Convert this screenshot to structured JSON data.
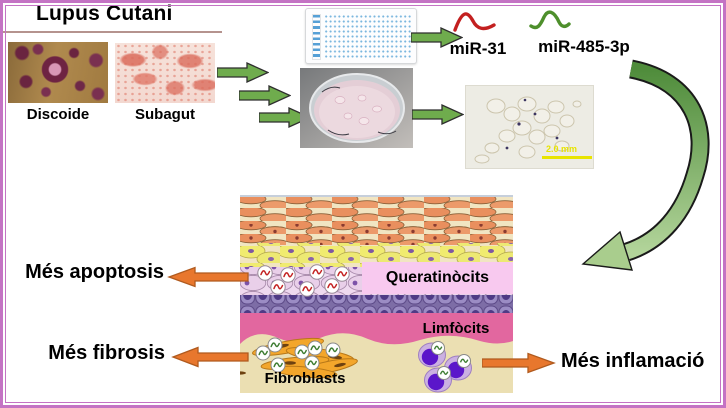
{
  "title": "Lupus Cutani",
  "samples": {
    "discoide": "Discoide",
    "subagut": "Subagut"
  },
  "mirnas": {
    "mir31": "miR-31",
    "mir485": "miR-485-3p"
  },
  "micrograph": {
    "scale_bar": "2.0 mm"
  },
  "tissue": {
    "keratinocytes": "Queratinòcits",
    "lymphocytes": "Limfòcits",
    "fibroblasts": "Fibroblasts"
  },
  "outcomes": {
    "apoptosis": "Més apoptosis",
    "fibrosis": "Més fibrosis",
    "inflammation": "Més inflamació"
  },
  "colors": {
    "frame": "#c473c4",
    "arrow_green": "#6fac4d",
    "arrow_orange": "#e8772d",
    "mir31_trace": "#c32020",
    "mir485_trace": "#4e8f2c",
    "keratinocyte_label_bg": "#f8c9ef"
  }
}
